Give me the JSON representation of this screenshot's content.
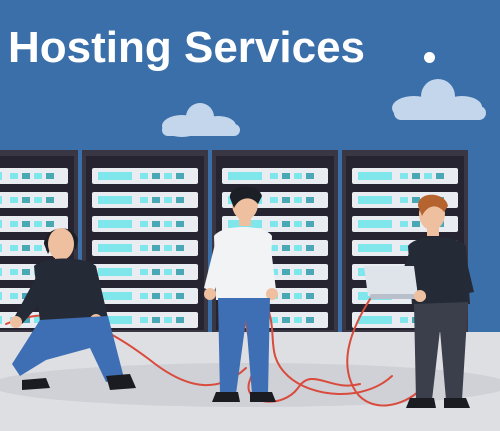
{
  "title": "Hosting Services",
  "colors": {
    "sky": "#3b6fa9",
    "cloud": "#c4d6ec",
    "rack": "#262430",
    "rack_frame": "#3a3744",
    "led": "#7fe7ec",
    "floor": "#dedfe3",
    "cable": "#d94b3c",
    "shirt_dark": "#242a36",
    "shirt_white": "#f2f3f5",
    "jeans": "#3e6fb5",
    "skin": "#eec0a0",
    "hair_dark": "#1d1f27",
    "hair_brown": "#b5642f",
    "laptop": "#dfe3ea"
  },
  "scene": {
    "racks": 4,
    "people": [
      "kneeling-technician",
      "cable-technician",
      "laptop-technician"
    ]
  }
}
